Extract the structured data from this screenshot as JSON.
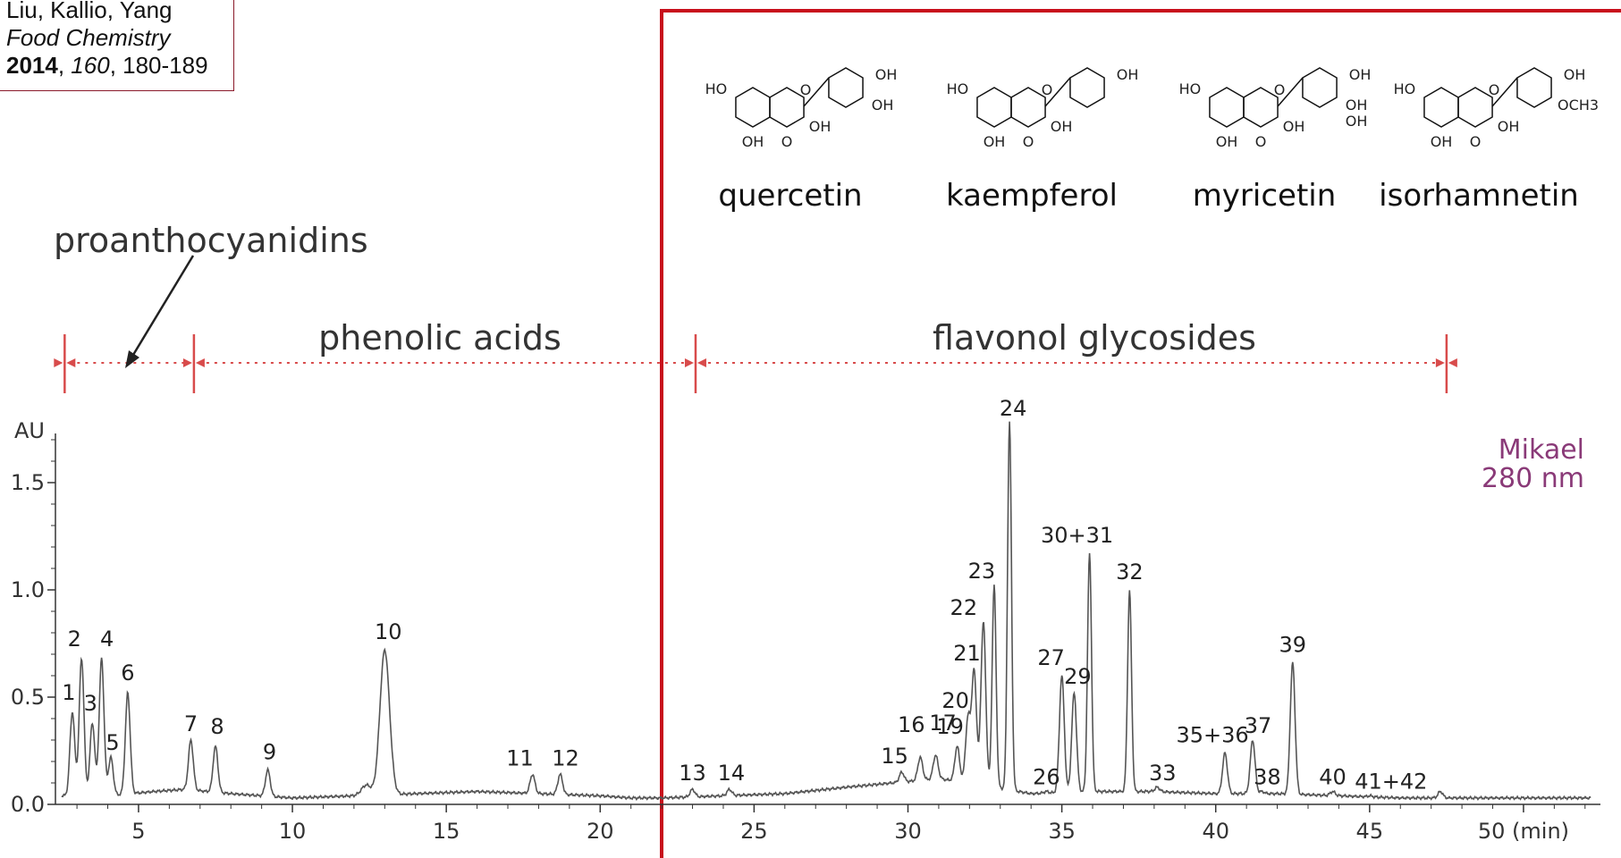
{
  "citation": {
    "authors": "Liu, Kallio, Yang",
    "journal": "Food Chemistry",
    "year": "2014",
    "volume": "160",
    "pages": ", 180-189"
  },
  "structures": [
    {
      "name": "quercetin",
      "subs": {
        "top": "OH",
        "mid": "OH",
        "left": "HO",
        "o3": "OH",
        "o5": "OH",
        "o4": "O"
      }
    },
    {
      "name": "kaempferol",
      "subs": {
        "top": "OH",
        "left": "HO",
        "o3": "OH",
        "o5": "OH",
        "o4": "O"
      }
    },
    {
      "name": "myricetin",
      "subs": {
        "top": "OH",
        "mid": "OH",
        "low": "OH",
        "left": "HO",
        "o3": "OH",
        "o5": "OH",
        "o4": "O"
      }
    },
    {
      "name": "isorhamnetin",
      "subs": {
        "top": "OH",
        "mid": "OCH3",
        "left": "HO",
        "o3": "OH",
        "o5": "OH",
        "o4": "O"
      }
    }
  ],
  "annotations": {
    "proanthocyanidins": "proanthocyanidins",
    "phenolic_acids": "phenolic acids",
    "flavonol_glycosides": "flavonol glycosides",
    "sample": "Mikael",
    "wavelength": "280 nm"
  },
  "colors": {
    "frame": "#c8101c",
    "range_marker": "#d84b4b",
    "trace": "#555555",
    "sample_label": "#8a3a78",
    "axis": "#333333"
  },
  "chart_data": {
    "type": "line",
    "xlabel": "(min)",
    "ylabel": "AU",
    "xlim": [
      2.3,
      52.5
    ],
    "ylim": [
      0,
      1.75
    ],
    "xticks": [
      5,
      10,
      15,
      20,
      25,
      30,
      35,
      40,
      45,
      50
    ],
    "xtick_labels": [
      "5",
      "10",
      "15",
      "20",
      "25",
      "30",
      "35",
      "40",
      "45",
      "50 (min)"
    ],
    "yticks": [
      0.0,
      0.5,
      1.0,
      1.5
    ],
    "ytick_labels": [
      "0.0",
      "0.5",
      "1.0",
      "1.5"
    ],
    "baseline": [
      [
        2.5,
        0.04
      ],
      [
        4,
        0.04
      ],
      [
        5.5,
        0.06
      ],
      [
        6.5,
        0.07
      ],
      [
        8,
        0.05
      ],
      [
        10,
        0.03
      ],
      [
        12,
        0.04
      ],
      [
        14,
        0.05
      ],
      [
        16,
        0.06
      ],
      [
        18,
        0.05
      ],
      [
        20,
        0.04
      ],
      [
        21,
        0.03
      ],
      [
        22,
        0.03
      ],
      [
        24,
        0.04
      ],
      [
        26,
        0.05
      ],
      [
        28,
        0.08
      ],
      [
        29.5,
        0.1
      ],
      [
        31,
        0.12
      ],
      [
        32,
        0.1
      ],
      [
        34,
        0.05
      ],
      [
        36,
        0.06
      ],
      [
        38,
        0.06
      ],
      [
        40,
        0.05
      ],
      [
        42,
        0.05
      ],
      [
        44,
        0.04
      ],
      [
        46,
        0.03
      ],
      [
        48,
        0.03
      ],
      [
        50,
        0.03
      ],
      [
        52.5,
        0.03
      ]
    ],
    "peaks": [
      {
        "label": "1",
        "x": 2.85,
        "y": 0.43
      },
      {
        "label": "2",
        "x": 3.15,
        "y": 0.68
      },
      {
        "label": "3",
        "x": 3.5,
        "y": 0.38
      },
      {
        "label": "4",
        "x": 3.8,
        "y": 0.68
      },
      {
        "label": "5",
        "x": 4.1,
        "y": 0.22
      },
      {
        "label": "6",
        "x": 4.65,
        "y": 0.52
      },
      {
        "label": "7",
        "x": 6.7,
        "y": 0.3
      },
      {
        "label": "8",
        "x": 7.5,
        "y": 0.27
      },
      {
        "label": "9",
        "x": 9.2,
        "y": 0.16
      },
      {
        "label": "10",
        "x": 13.0,
        "y": 0.72
      },
      {
        "label": "11",
        "x": 17.8,
        "y": 0.14
      },
      {
        "label": "12",
        "x": 18.7,
        "y": 0.14
      },
      {
        "label": "13",
        "x": 23.0,
        "y": 0.07
      },
      {
        "label": "14",
        "x": 24.2,
        "y": 0.07
      },
      {
        "label": "15",
        "x": 29.8,
        "y": 0.15
      },
      {
        "label": "16",
        "x": 30.4,
        "y": 0.22
      },
      {
        "label": "17",
        "x": 30.9,
        "y": 0.23
      },
      {
        "label": "19",
        "x": 31.6,
        "y": 0.27
      },
      {
        "label": "20",
        "x": 31.95,
        "y": 0.4
      },
      {
        "label": "21",
        "x": 32.15,
        "y": 0.62
      },
      {
        "label": "22",
        "x": 32.45,
        "y": 0.85
      },
      {
        "label": "23",
        "x": 32.8,
        "y": 1.02
      },
      {
        "label": "24",
        "x": 33.3,
        "y": 1.78
      },
      {
        "label": "26",
        "x": 34.5,
        "y": 0.06
      },
      {
        "label": "27",
        "x": 35.0,
        "y": 0.6
      },
      {
        "label": "29",
        "x": 35.4,
        "y": 0.52
      },
      {
        "label": "30+31",
        "x": 35.9,
        "y": 1.17
      },
      {
        "label": "32",
        "x": 37.2,
        "y": 1.0
      },
      {
        "label": "33",
        "x": 38.1,
        "y": 0.08
      },
      {
        "label": "35+36",
        "x": 40.3,
        "y": 0.24
      },
      {
        "label": "37",
        "x": 41.2,
        "y": 0.3
      },
      {
        "label": "38",
        "x": 41.5,
        "y": 0.06
      },
      {
        "label": "39",
        "x": 42.5,
        "y": 0.66
      },
      {
        "label": "40",
        "x": 43.8,
        "y": 0.06
      },
      {
        "label": "41+42",
        "x": 45.0,
        "y": 0.04
      }
    ],
    "minor_peaks": [
      [
        5.8,
        0.03
      ],
      [
        8.6,
        0.02
      ],
      [
        12.4,
        0.09
      ],
      [
        15.0,
        0.02
      ],
      [
        16.3,
        0.02
      ],
      [
        26.0,
        0.02
      ],
      [
        27.3,
        0.02
      ],
      [
        28.4,
        0.03
      ],
      [
        38.9,
        0.05
      ],
      [
        39.7,
        0.04
      ],
      [
        47.3,
        0.06
      ]
    ],
    "ranges": [
      {
        "name": "proanthocyanidins",
        "start": 2.6,
        "end": 6.8
      },
      {
        "name": "phenolic acids",
        "start": 6.8,
        "end": 23.1
      },
      {
        "name": "flavonol glycosides",
        "start": 23.1,
        "end": 47.5
      }
    ]
  }
}
